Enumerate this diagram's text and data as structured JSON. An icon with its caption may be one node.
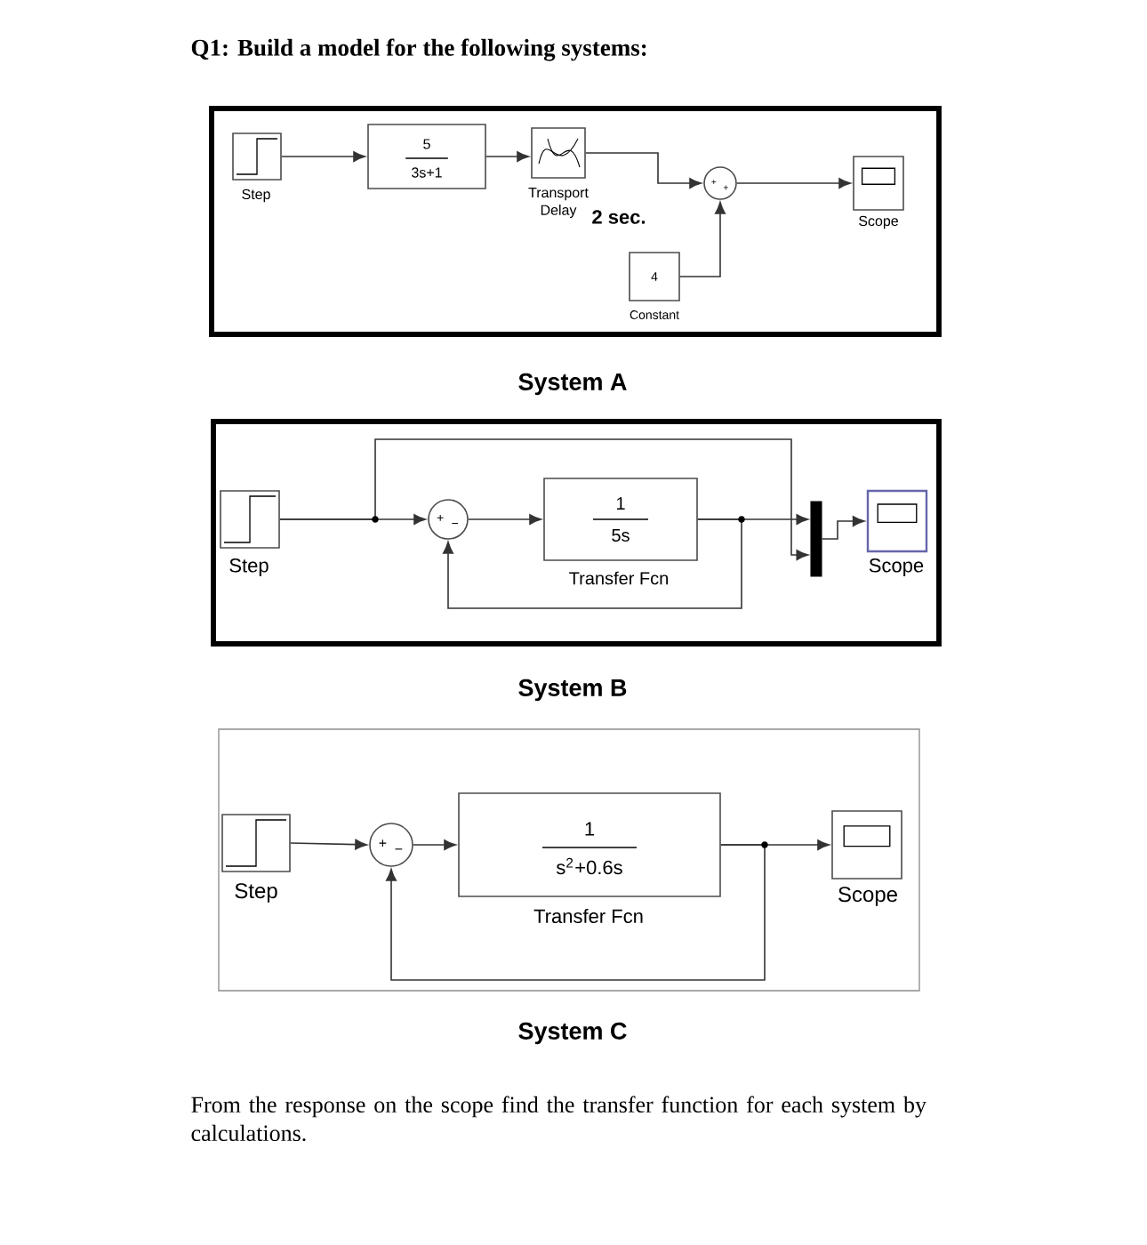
{
  "diagram": {
    "title": "Q1: Build a model for the following systems:",
    "caption": "From the response on the scope find the transfer function for each system by calculations.",
    "nodes": [
      {
        "text": [],
        "shape": "box",
        "beside": [
          "System A"
        ]
      },
      {
        "text": [
          "Step"
        ],
        "in": 0
      },
      {
        "text": [
          "5",
          "3s+1"
        ],
        "in": 0
      },
      {
        "text": [
          "Transport Delay"
        ],
        "beside": [
          "2 sec."
        ],
        "in": 0
      },
      {
        "text": [
          "+",
          "+"
        ],
        "in": 0
      },
      {
        "text": [
          "4",
          "Constant"
        ],
        "in": 0
      },
      {
        "text": [
          "Scope"
        ],
        "in": 0
      },
      {
        "text": [],
        "shape": "box",
        "beside": [
          "System B"
        ]
      },
      {
        "text": [
          "Step"
        ],
        "in": 7
      },
      {
        "text": [
          "+",
          "−"
        ],
        "in": 7
      },
      {
        "text": [
          "1",
          "5s",
          "Transfer Fcn"
        ],
        "in": 7
      },
      {
        "text": [],
        "shape": "bar",
        "in": 7
      },
      {
        "text": [
          "Scope"
        ],
        "in": 7
      },
      {
        "text": [],
        "shape": "box",
        "beside": [
          "System C"
        ]
      },
      {
        "text": [
          "Step"
        ],
        "in": 13
      },
      {
        "text": [
          "+",
          "−"
        ],
        "in": 13
      },
      {
        "text": [
          "1",
          "s$^{2}$+0.6s",
          "Transfer Fcn"
        ],
        "in": 13
      },
      {
        "text": [
          "Scope"
        ],
        "in": 13
      }
    ],
    "edges": [
      {
        "from": 1,
        "to": 2,
        "arrow": "to"
      },
      {
        "from": 2,
        "to": 3,
        "arrow": "to"
      },
      {
        "from": 3,
        "to": 4,
        "arrow": "to"
      },
      {
        "from": 5,
        "to": 4,
        "arrow": "to"
      },
      {
        "from": 4,
        "to": 6,
        "arrow": "to"
      },
      {
        "from": 8,
        "to": 9,
        "arrow": "to"
      },
      {
        "from": 8,
        "to": 11,
        "arrow": "to"
      },
      {
        "from": 9,
        "to": 10,
        "arrow": "to"
      },
      {
        "from": 10,
        "to": 11,
        "arrow": "to"
      },
      {
        "from": 10,
        "to": 9,
        "arrow": "to"
      },
      {
        "from": 11,
        "to": 12,
        "arrow": "to"
      },
      {
        "from": 14,
        "to": 15,
        "arrow": "to"
      },
      {
        "from": 15,
        "to": 16,
        "arrow": "to"
      },
      {
        "from": 16,
        "to": 17,
        "arrow": "to"
      },
      {
        "from": 16,
        "to": 15,
        "arrow": "to"
      }
    ]
  }
}
